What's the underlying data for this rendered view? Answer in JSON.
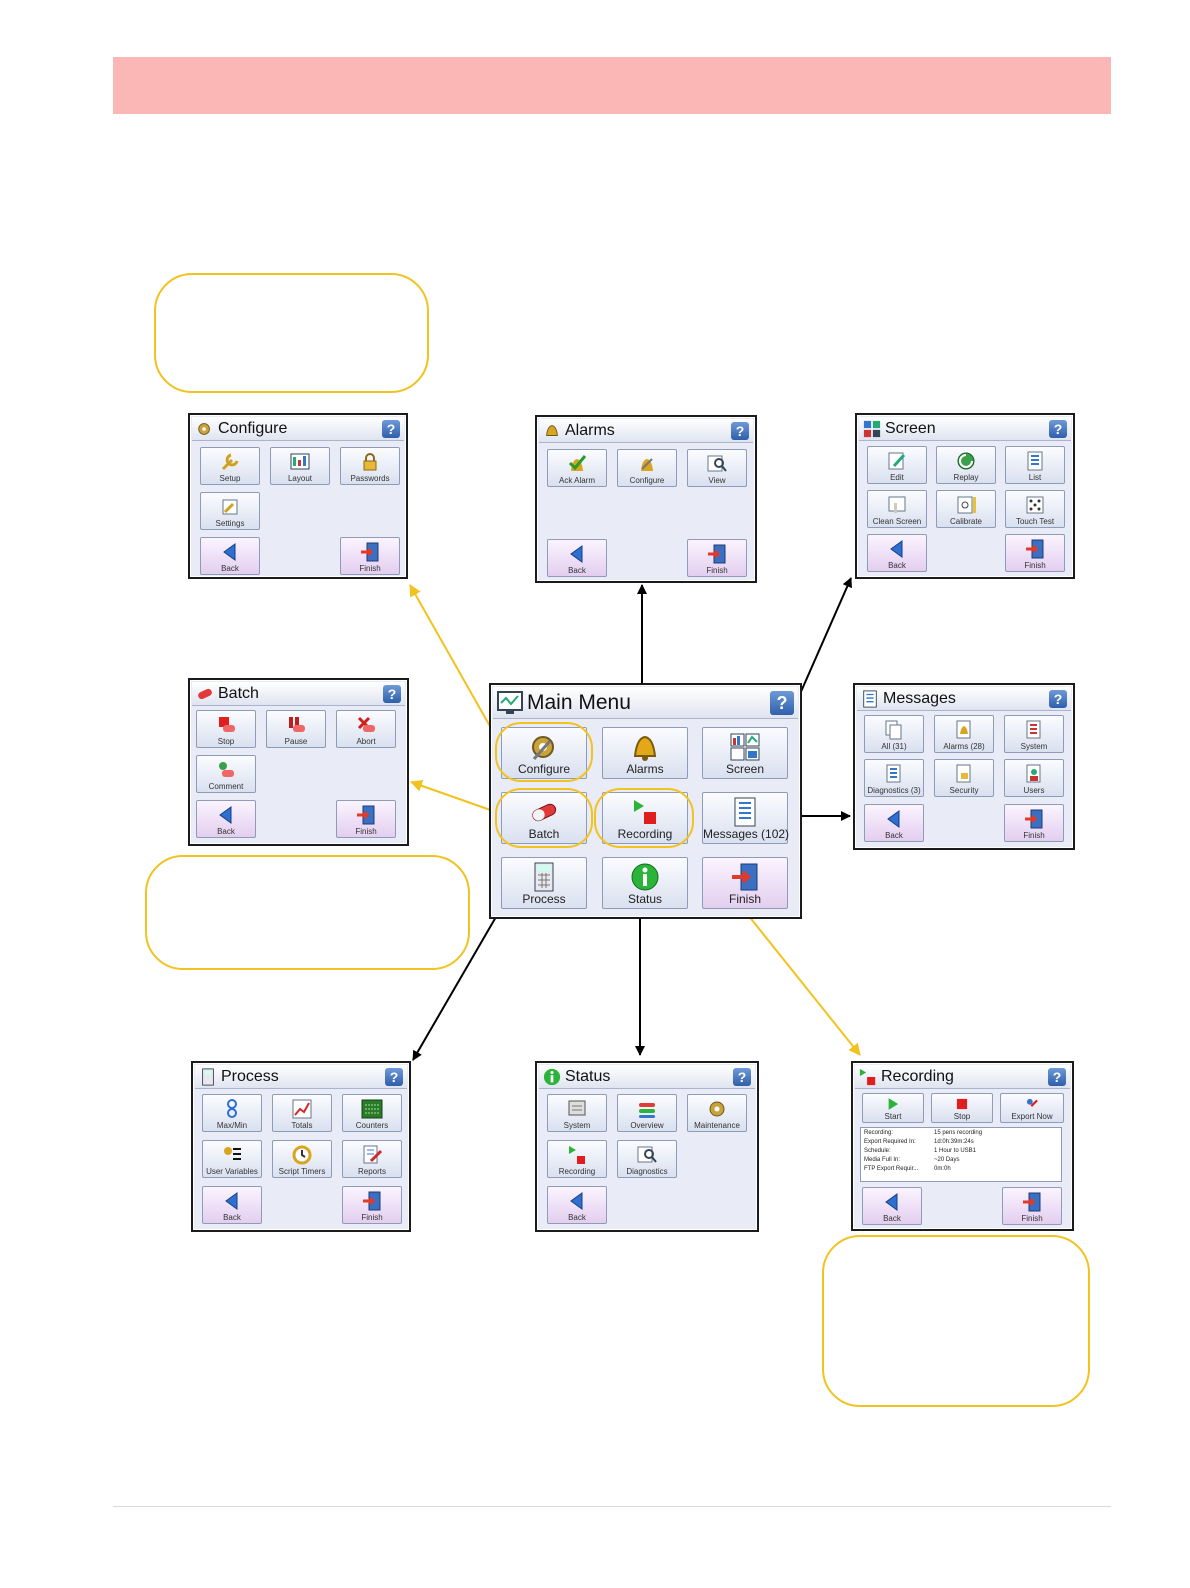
{
  "main_menu": {
    "title": "Main Menu",
    "help": "?",
    "buttons": [
      {
        "label": "Configure",
        "icon": "gear-wrench-icon"
      },
      {
        "label": "Alarms",
        "icon": "bell-icon"
      },
      {
        "label": "Screen",
        "icon": "screen-layout-icon"
      },
      {
        "label": "Batch",
        "icon": "capsule-icon"
      },
      {
        "label": "Recording",
        "icon": "play-stop-icon"
      },
      {
        "label": "Messages (102)",
        "icon": "list-icon"
      },
      {
        "label": "Process",
        "icon": "calculator-icon"
      },
      {
        "label": "Status",
        "icon": "info-icon"
      },
      {
        "label": "Finish",
        "icon": "exit-door-icon"
      }
    ]
  },
  "windows": {
    "configure": {
      "title": "Configure",
      "help": "?",
      "buttons": [
        "Setup",
        "Layout",
        "Passwords",
        "Settings",
        "Back",
        "Finish"
      ]
    },
    "alarms": {
      "title": "Alarms",
      "help": "?",
      "buttons": [
        "Ack Alarm",
        "Configure",
        "View",
        "Back",
        "Finish"
      ]
    },
    "screen": {
      "title": "Screen",
      "help": "?",
      "buttons": [
        "Edit",
        "Replay",
        "List",
        "Clean Screen",
        "Calibrate",
        "Touch Test",
        "Back",
        "Finish"
      ]
    },
    "batch": {
      "title": "Batch",
      "help": "?",
      "buttons": [
        "Stop",
        "Pause",
        "Abort",
        "Comment",
        "Back",
        "Finish"
      ]
    },
    "messages": {
      "title": "Messages",
      "help": "?",
      "buttons": [
        "All (31)",
        "Alarms (28)",
        "System",
        "Diagnostics (3)",
        "Security",
        "Users",
        "Back",
        "Finish"
      ]
    },
    "process": {
      "title": "Process",
      "help": "?",
      "buttons": [
        "Max/Min",
        "Totals",
        "Counters",
        "User Variables",
        "Script Timers",
        "Reports",
        "Back",
        "Finish"
      ]
    },
    "status": {
      "title": "Status",
      "help": "?",
      "buttons": [
        "System",
        "Overview",
        "Maintenance",
        "Recording",
        "Diagnostics",
        "Back"
      ]
    },
    "recording": {
      "title": "Recording",
      "help": "?",
      "buttons": [
        "Start",
        "Stop",
        "Export Now",
        "Back",
        "Finish"
      ],
      "info": [
        {
          "k": "Recording:",
          "v": "15 pens recording"
        },
        {
          "k": "Export Required In:",
          "v": "1d:0h:39m:24s"
        },
        {
          "k": "Schedule:",
          "v": "1 Hour to USB1"
        },
        {
          "k": "Media Full In:",
          "v": "~20 Days"
        },
        {
          "k": "FTP Export Requir...",
          "v": "0m:0h"
        }
      ]
    }
  },
  "colors": {
    "header_band": "#fbb6b6",
    "callout": "#f2c21f",
    "arrow_black": "#000000",
    "arrow_yellow": "#f2c21f"
  }
}
